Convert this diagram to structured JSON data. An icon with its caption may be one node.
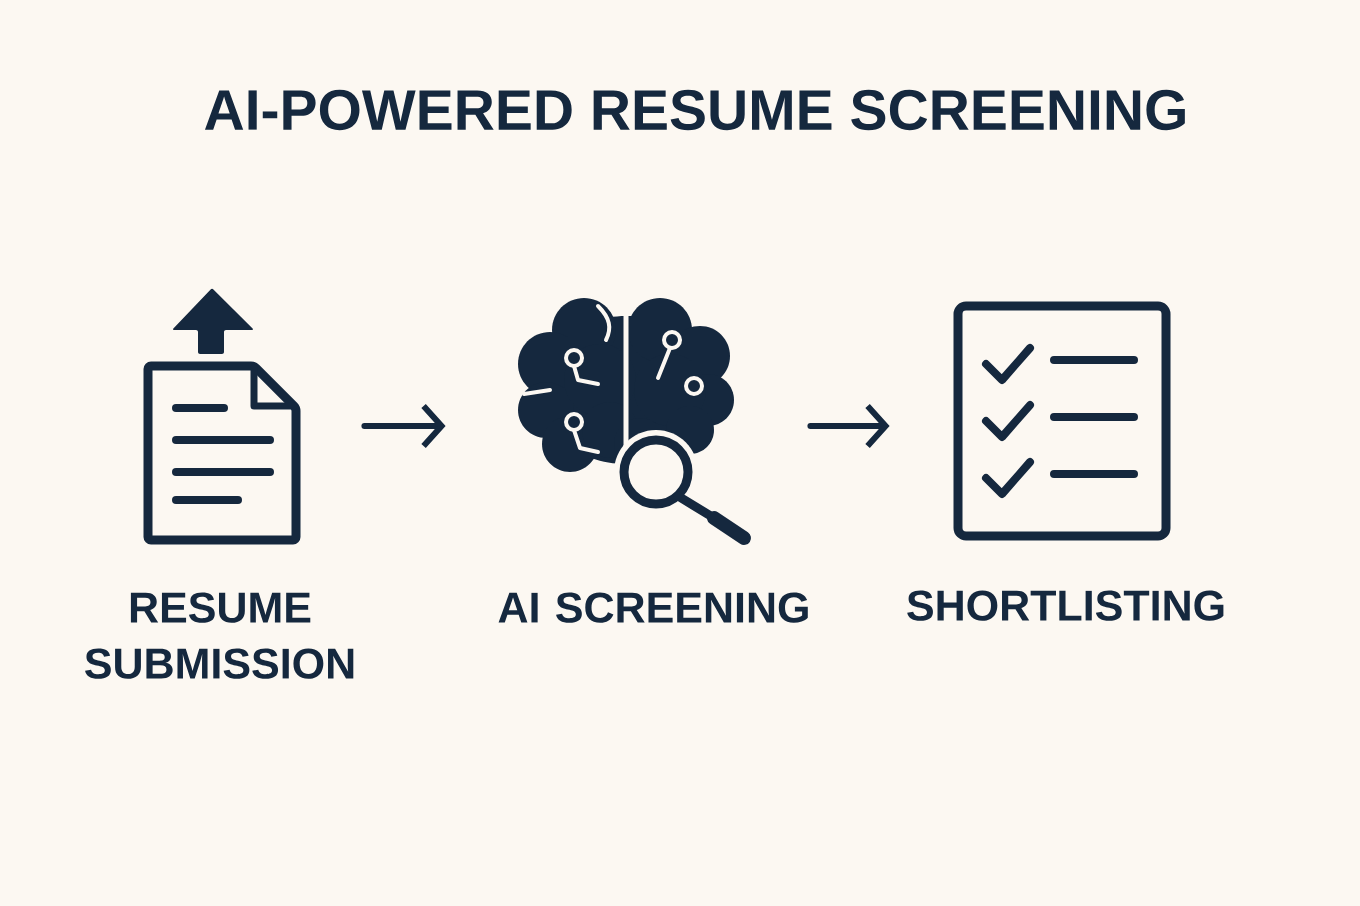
{
  "diagram": {
    "title": "AI-POWERED RESUME SCREENING",
    "nodes": [
      {
        "text": [],
        "shape": "picture",
        "beside": [
          "RESUME SUBMISSION"
        ]
      },
      {
        "text": [],
        "shape": "picture",
        "beside": [
          "AI SCREENING"
        ]
      },
      {
        "text": [],
        "shape": "picture",
        "beside": [
          "SHORTLISTING"
        ]
      }
    ],
    "edges": [
      {
        "from": 0,
        "to": 1,
        "arrow": "to"
      },
      {
        "from": 1,
        "to": 2,
        "arrow": "to"
      }
    ]
  }
}
